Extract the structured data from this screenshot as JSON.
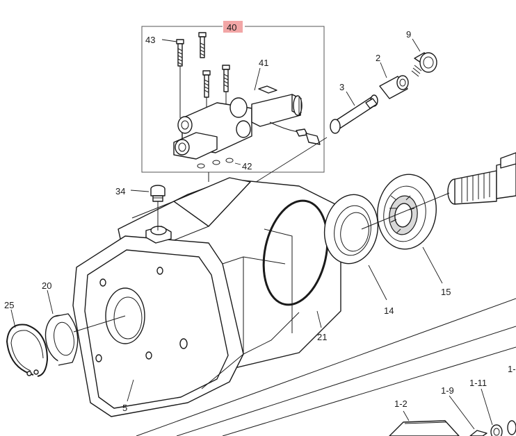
{
  "callouts": {
    "c40": "40",
    "c43": "43",
    "c41": "41",
    "c42": "42",
    "c9": "9",
    "c2": "2",
    "c3": "3",
    "c34": "34",
    "c15": "15",
    "c14": "14",
    "c21": "21",
    "c20": "20",
    "c25": "25",
    "c5": "5",
    "c1_2": "1-2",
    "c1_9": "1-9",
    "c1_11": "1-11",
    "c1_cut": "1-"
  },
  "colors": {
    "highlight": "#f2a6a6",
    "line": "#1a1a1a"
  }
}
